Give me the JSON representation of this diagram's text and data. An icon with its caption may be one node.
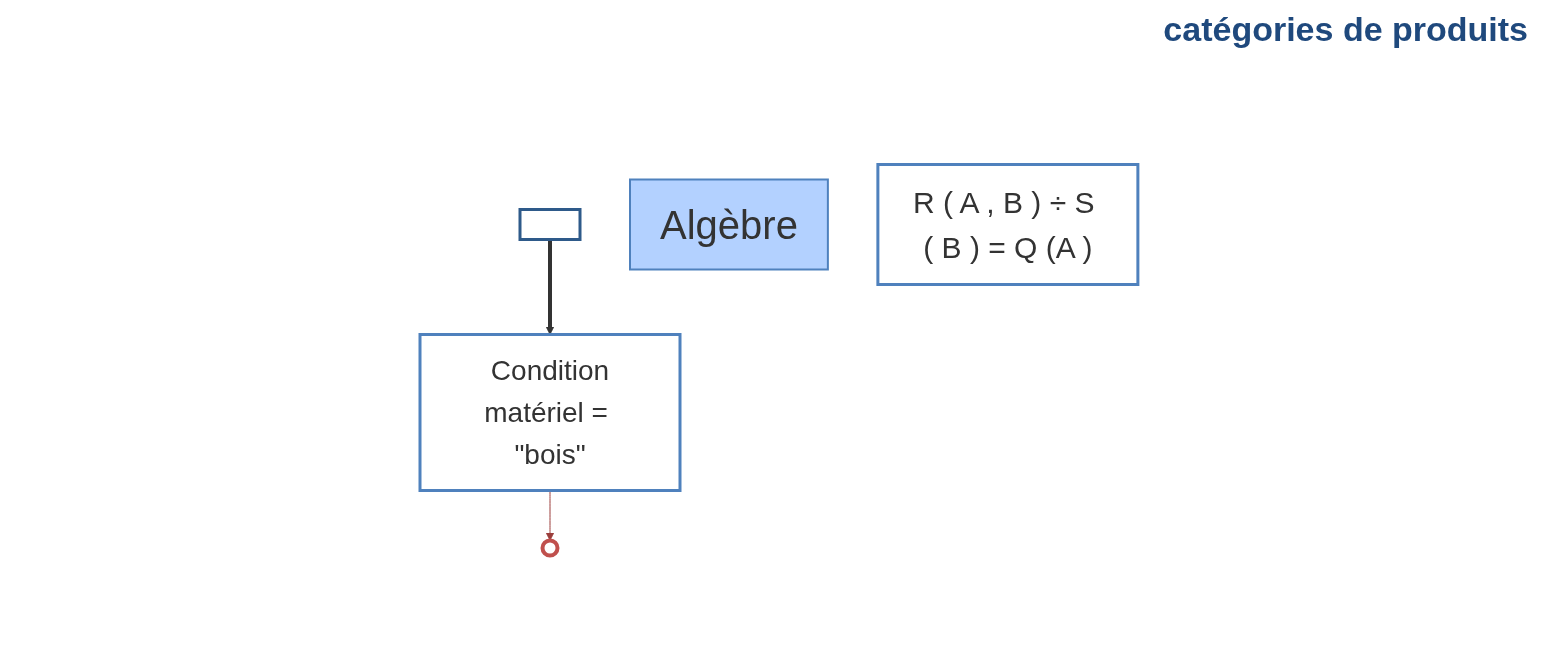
{
  "diagram": {
    "nodes": [
      {
        "text": [],
        "shape": "box"
      },
      {
        "text": [
          "Algèbre"
        ]
      },
      {
        "text": [
          "R ( A , B ) ÷ S ( B ) = Q (A )"
        ]
      },
      {
        "text": [],
        "shape": "circle"
      },
      {
        "text": [
          "Condition",
          "matériel = \"bois\""
        ]
      }
    ],
    "edges": [
      {
        "from": 0,
        "to": 4,
        "arrow": "to",
        "style": "thick"
      },
      {
        "from": 4,
        "to": 3,
        "arrow": "to",
        "color": "#9b3d3b"
      }
    ],
    "labels": [
      "catégories de produits"
    ]
  }
}
